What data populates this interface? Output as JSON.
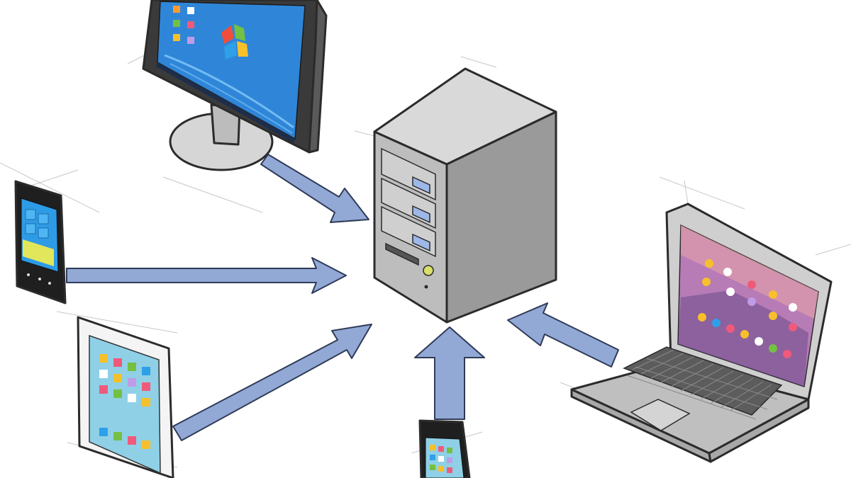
{
  "diagram": {
    "colors": {
      "arrow_fill": "#92a9d6",
      "arrow_outline": "#2f3b57",
      "server_front": "#bdbdbd",
      "server_side": "#9a9a9a",
      "server_top": "#d9d9d9",
      "device_frame": "#3a3a3a",
      "desktop_screen": "#2f86d8",
      "laptop_screen": "#b77bb6"
    },
    "nodes": [
      {
        "name": "server-tower",
        "icon": "server-tower-icon"
      },
      {
        "name": "desktop-monitor",
        "icon": "desktop-monitor-icon"
      },
      {
        "name": "smartphone-windows",
        "icon": "smartphone-icon"
      },
      {
        "name": "tablet",
        "icon": "tablet-icon"
      },
      {
        "name": "smartphone-bottom",
        "icon": "smartphone-icon"
      },
      {
        "name": "laptop",
        "icon": "laptop-icon"
      }
    ],
    "connections": [
      {
        "from": "desktop-monitor",
        "to": "server-tower"
      },
      {
        "from": "smartphone-windows",
        "to": "server-tower"
      },
      {
        "from": "tablet",
        "to": "server-tower"
      },
      {
        "from": "smartphone-bottom",
        "to": "server-tower"
      },
      {
        "from": "laptop",
        "to": "server-tower"
      }
    ]
  }
}
